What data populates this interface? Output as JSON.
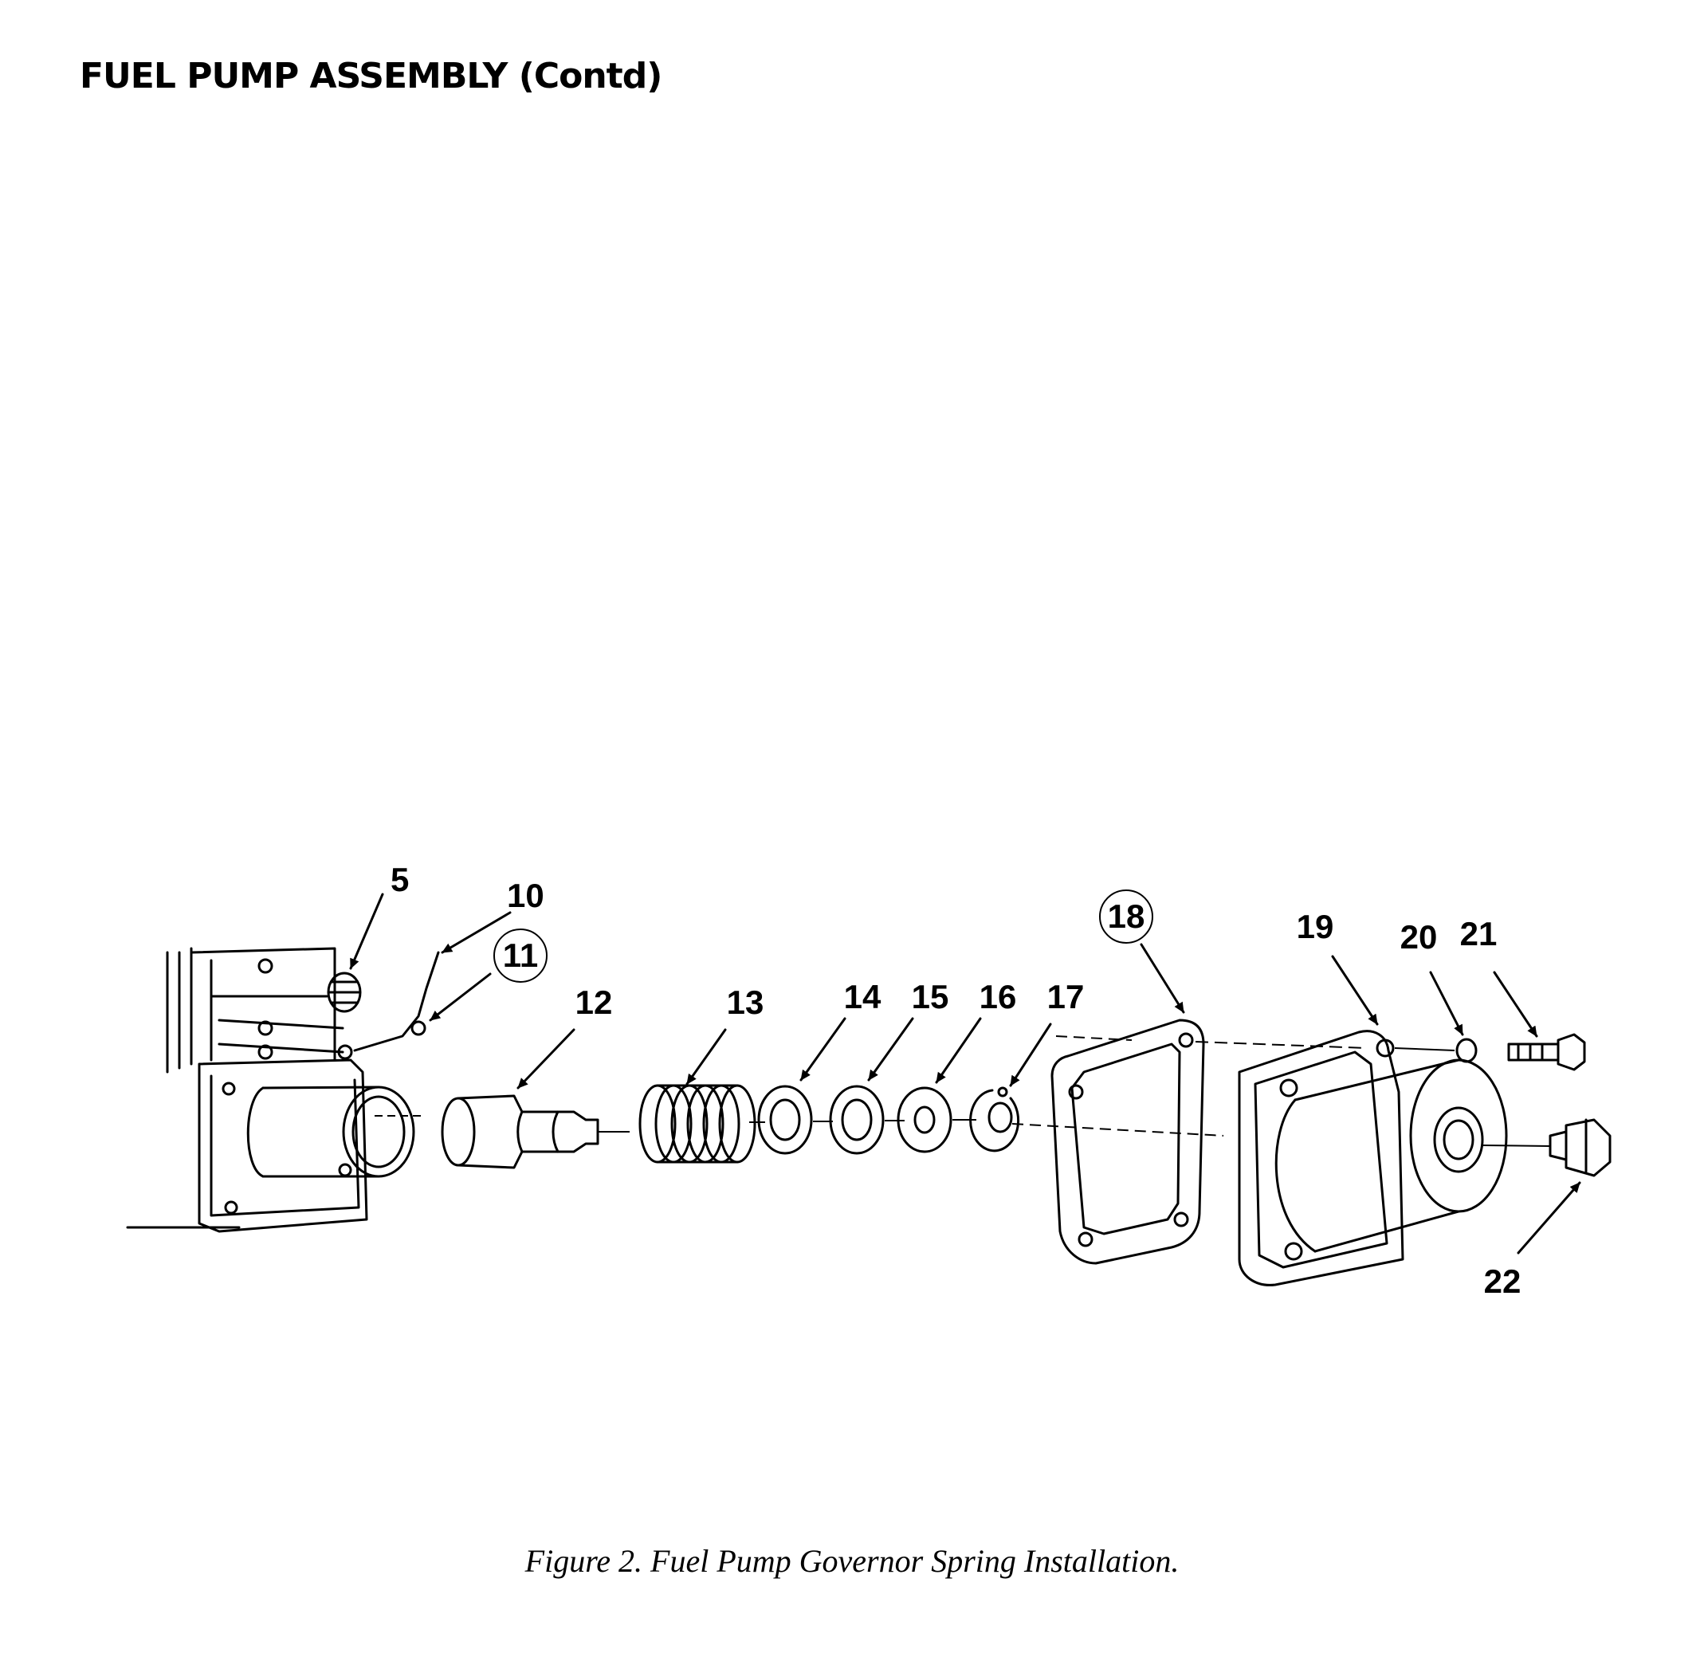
{
  "header": {
    "title": "FUEL PUMP ASSEMBLY (Contd)"
  },
  "figure": {
    "caption": "Figure 2.  Fuel Pump Governor Spring Installation.",
    "callouts": {
      "c5": "5",
      "c10": "10",
      "c11": "11",
      "c12": "12",
      "c13": "13",
      "c14": "14",
      "c15": "15",
      "c16": "16",
      "c17": "17",
      "c18": "18",
      "c19": "19",
      "c20": "20",
      "c21": "21",
      "c22": "22"
    }
  }
}
